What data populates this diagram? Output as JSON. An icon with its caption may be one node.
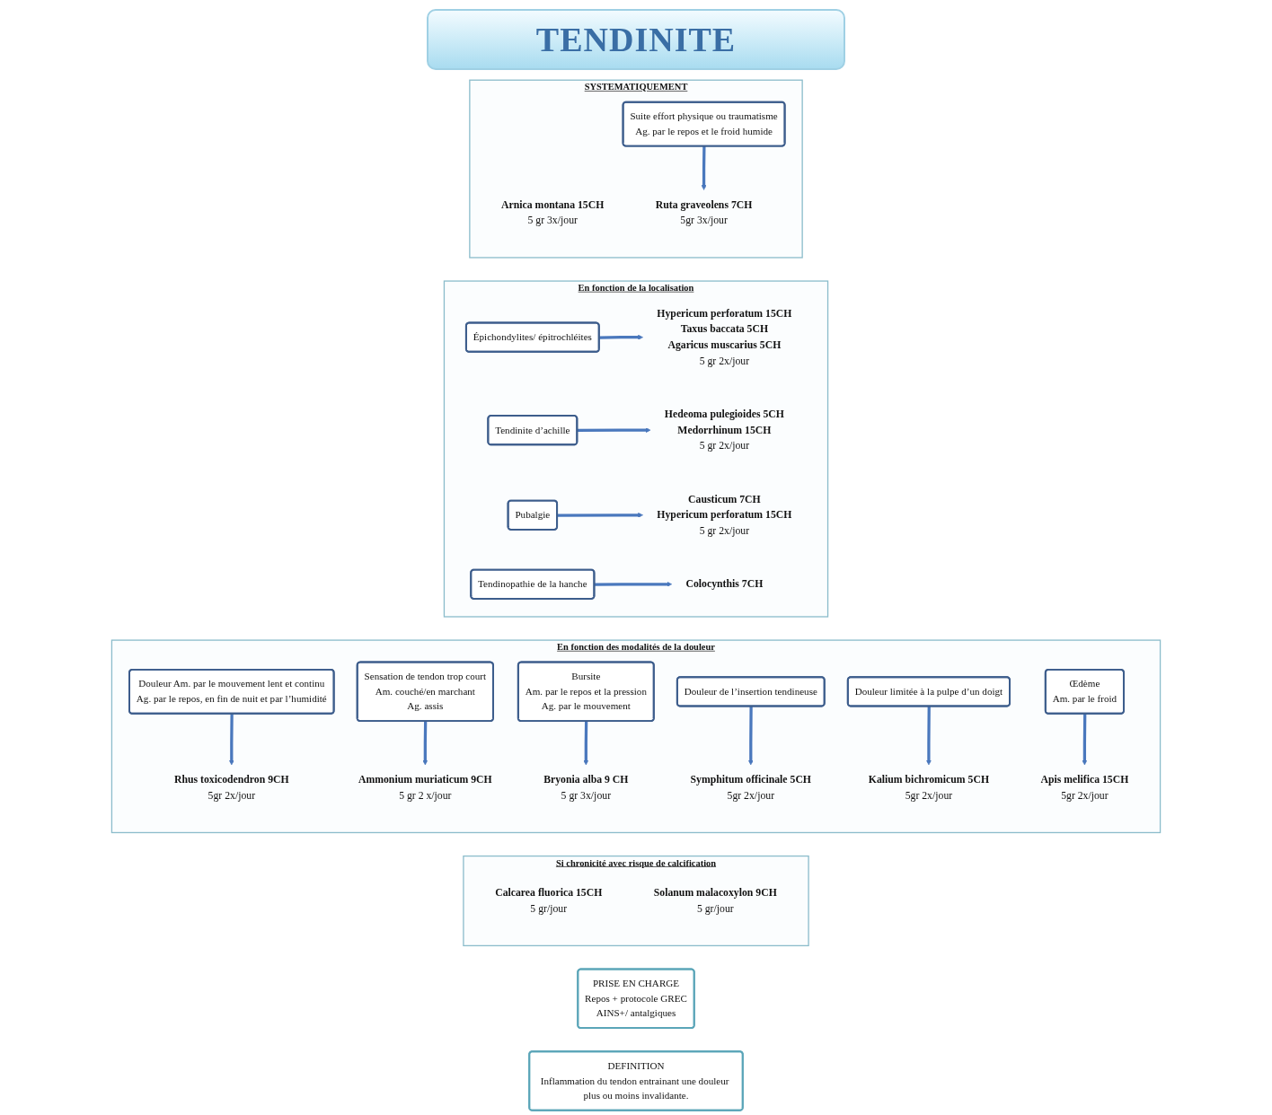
{
  "diagram": {
    "title": "TENDINITE",
    "nodes": [
      {
        "text": [
          "DEFINITION",
          "Inflammation du tendon entrainant une douleur plus ou moins invalidante."
        ]
      },
      {
        "text": [
          "PRISE EN CHARGE",
          "Repos + protocole GREC",
          "AINS+/ antalgiques"
        ]
      },
      {
        "text": [
          "SYSTEMATIQUEMENT"
        ]
      },
      {
        "text": [
          "Arnica montana 15CH",
          "5 gr 3x/jour"
        ],
        "in": 2
      },
      {
        "text": [
          "Suite effort physique ou traumatisme",
          "Ag. par le repos et le froid humide"
        ],
        "in": 2
      },
      {
        "text": [
          "Ruta graveolens 7CH",
          "5gr 3x/jour"
        ],
        "in": 2
      },
      {
        "text": [
          "En fonction de la localisation"
        ]
      },
      {
        "text": [
          "Épichondylites/ épitrochléites"
        ],
        "in": 6
      },
      {
        "text": [
          "Hypericum perforatum 15CH",
          "Taxus baccata 5CH",
          "Agaricus muscarius 5CH",
          "5 gr 2x/jour"
        ],
        "in": 6
      },
      {
        "text": [
          "Tendinite d’achille"
        ],
        "in": 6
      },
      {
        "text": [
          "Hedeoma pulegioides 5CH",
          "Medorrhinum 15CH",
          "5 gr 2x/jour"
        ],
        "in": 6
      },
      {
        "text": [
          "Pubalgie"
        ],
        "in": 6
      },
      {
        "text": [
          "Causticum 7CH",
          "Hypericum perforatum 15CH",
          "5 gr 2x/jour"
        ],
        "in": 6
      },
      {
        "text": [
          "Tendinopathie de la hanche"
        ],
        "in": 6
      },
      {
        "text": [
          "Colocynthis 7CH"
        ],
        "in": 6
      },
      {
        "text": [
          "En fonction des modalités de la douleur"
        ]
      },
      {
        "text": [
          "Douleur Am. par le mouvement lent et continu",
          "Ag. par le repos, en fin de nuit et par l’humidité"
        ],
        "in": 15
      },
      {
        "text": [
          "Rhus toxicodendron 9CH",
          "5gr 2x/jour"
        ],
        "in": 15
      },
      {
        "text": [
          "Sensation de tendon trop court",
          "Am. couché/en marchant",
          "Ag. assis"
        ],
        "in": 15
      },
      {
        "text": [
          "Ammonium muriaticum 9CH",
          "5 gr 2 x/jour"
        ],
        "in": 15
      },
      {
        "text": [
          "Bursite",
          "Am. par le repos et la pression",
          "Ag. par le mouvement"
        ],
        "in": 15
      },
      {
        "text": [
          "Bryonia alba 9 CH",
          "5 gr 3x/jour"
        ],
        "in": 15
      },
      {
        "text": [
          "Douleur de l’insertion tendineuse"
        ],
        "in": 15
      },
      {
        "text": [
          "Symphitum officinale 5CH",
          "5gr 2x/jour"
        ],
        "in": 15
      },
      {
        "text": [
          "Douleur limitée à la pulpe d’un doigt"
        ],
        "in": 15
      },
      {
        "text": [
          "Kalium bichromicum 5CH",
          "5gr 2x/jour"
        ],
        "in": 15
      },
      {
        "text": [
          "Œdème",
          "Am. par le froid"
        ],
        "in": 15
      },
      {
        "text": [
          "Apis melifica 15CH",
          "5gr 2x/jour"
        ],
        "in": 15
      },
      {
        "text": [
          "Si chronicité avec risque de calcification"
        ]
      },
      {
        "text": [
          "Calcarea fluorica 15CH",
          "5 gr/jour"
        ],
        "in": 28
      },
      {
        "text": [
          "Solanum malacoxylon 9CH",
          "5 gr/jour"
        ],
        "in": 28
      }
    ],
    "edges": [
      {
        "from": 4,
        "to": 5,
        "arrow": "to"
      },
      {
        "from": 7,
        "to": 8,
        "arrow": "to"
      },
      {
        "from": 9,
        "to": 10,
        "arrow": "to"
      },
      {
        "from": 11,
        "to": 12,
        "arrow": "to"
      },
      {
        "from": 13,
        "to": 14,
        "arrow": "to"
      },
      {
        "from": 16,
        "to": 17,
        "arrow": "to"
      },
      {
        "from": 18,
        "to": 19,
        "arrow": "to"
      },
      {
        "from": 20,
        "to": 21,
        "arrow": "to"
      },
      {
        "from": 22,
        "to": 23,
        "arrow": "to"
      },
      {
        "from": 24,
        "to": 25,
        "arrow": "to"
      },
      {
        "from": 26,
        "to": 27,
        "arrow": "to"
      }
    ]
  }
}
